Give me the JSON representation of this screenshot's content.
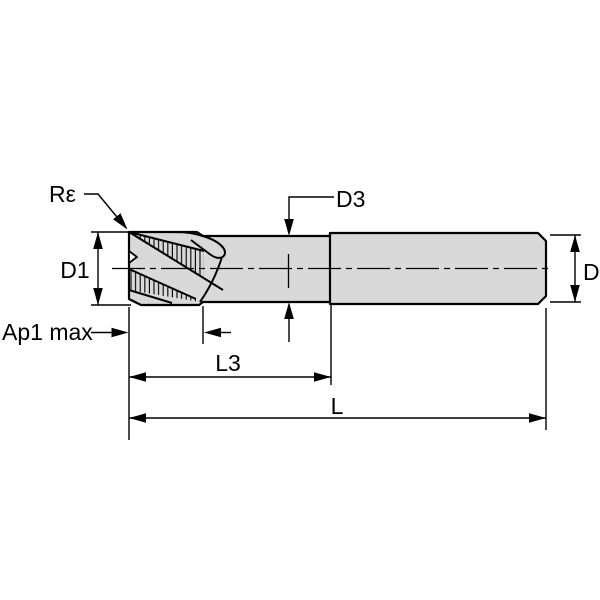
{
  "diagram": {
    "description": "Engineering dimension drawing of an end mill, side view",
    "labels": {
      "re": "Rε",
      "d3": "D3",
      "d1": "D1",
      "d": "D",
      "ap1max": "Ap1 max",
      "l3": "L3",
      "l": "L"
    },
    "colors": {
      "background": "#ffffff",
      "body_fill": "#d9d9d9",
      "line": "#000000"
    }
  }
}
